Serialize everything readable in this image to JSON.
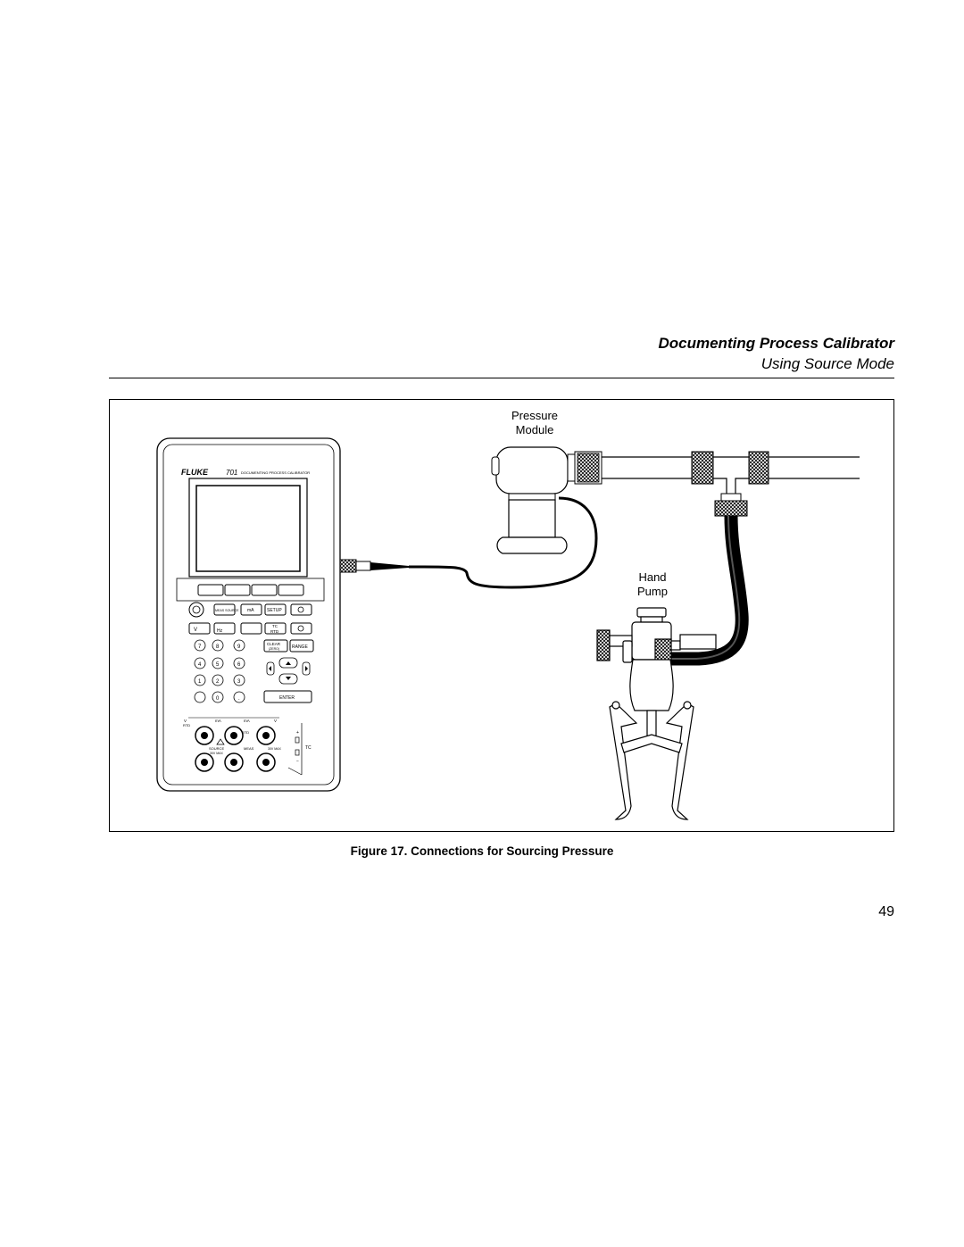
{
  "header": {
    "title": "Documenting Process Calibrator",
    "subtitle": "Using Source Mode"
  },
  "figure": {
    "labels": {
      "pressure_module_line1": "Pressure",
      "pressure_module_line2": "Module",
      "hand_pump_line1": "Hand",
      "hand_pump_line2": "Pump"
    },
    "calibrator": {
      "brand": "FLUKE",
      "model": "701",
      "model_desc": "DOCUMENTING PROCESS CALIBRATOR",
      "keys": {
        "meas_source": "MEAS SOURCE",
        "ma": "mA",
        "setup": "SETUP",
        "v_ac": "V",
        "hz": "Hz",
        "tc": "TC",
        "rtd": "RTD",
        "clear": "CLEAR",
        "zero": "(ZERO)",
        "range": "RANGE",
        "enter": "ENTER",
        "digits": [
          "7",
          "8",
          "9",
          "4",
          "5",
          "6",
          "1",
          "2",
          "3",
          "0",
          "."
        ]
      },
      "jacks": {
        "v": "V",
        "rtd": "RTD",
        "ma": "mA",
        "ma2": "mA",
        "rtd2": "RTD",
        "v2": "V",
        "source": "SOURCE",
        "max": "30V MAX",
        "meas": "MEAS",
        "max2": "30V MAX",
        "tc": "TC",
        "plus": "+",
        "minus": "−"
      }
    },
    "caption": "Figure 17. Connections for Sourcing Pressure"
  },
  "page_number": "49"
}
